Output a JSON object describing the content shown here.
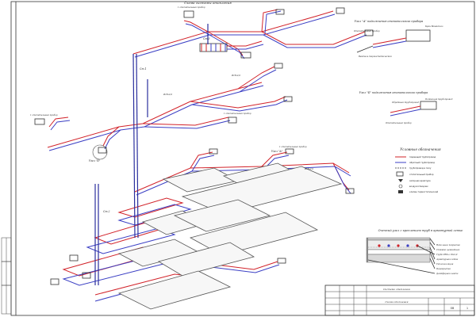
{
  "drawing": {
    "top_title": "Схема системы отопления",
    "node_a_title": "Узел \"А\" подключения отопительного прибора",
    "node_a_labels": [
      "Отопительный прибор",
      "Кран Маевского",
      "Вентиль термостатический"
    ],
    "node_b_title": "Узел \"Б\" подключения отопительного прибора",
    "node_b_labels": [
      "Отопительный прибор",
      "Подающий трубопровод",
      "Обратный трубопровод"
    ],
    "legend_title": "Условные обозначения",
    "legend_items": [
      "подающий трубопровод",
      "обратный трубопровод",
      "трубопровод в полу",
      "отопительный прибор",
      "запорная арматура",
      "воздухоотводчик",
      "клапан термостатический"
    ],
    "section_title": "Очечный узел с креплением труб в арматурной сетке",
    "section_labels": [
      "Напольное покрытие",
      "Стяжка цементная",
      "Труба PEX-a 16x2,0",
      "Арматурная сетка",
      "Теплоизоляция",
      "Перекрытие",
      "Демпферная лента"
    ],
    "riser_labels": [
      "Ст.1",
      "Ст.2",
      "Ст.3",
      "Узел \"А\"",
      "Узел \"Б\""
    ],
    "pipe_label": "Ø16x2,0",
    "heater_label": "1 отопительный прибор"
  },
  "title_block": {
    "project": "Система отопления",
    "sheet_name": "Схема отопления",
    "sheet": "ОВ",
    "page": "1"
  },
  "colors": {
    "supply": "#d2232a",
    "return": "#3b3fc4",
    "riser": "#2a2f9e",
    "line": "#333333"
  }
}
